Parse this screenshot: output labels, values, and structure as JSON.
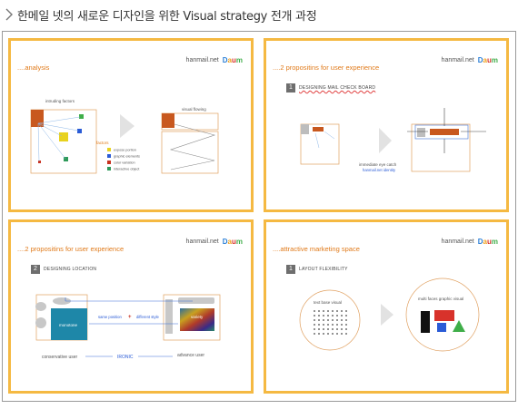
{
  "page": {
    "title": "한메일 넷의 새로운 디자인을 위한 Visual strategy 전개 과정"
  },
  "logo": {
    "text": "hanmail.net",
    "letters": [
      "D",
      "a",
      "u",
      "m"
    ],
    "colors": [
      "#2b7fd6",
      "#f0a21e",
      "#d8322b",
      "#3fae49"
    ]
  },
  "accent_color": "#f5b942",
  "heading_color": "#e07a1a",
  "panels": [
    {
      "heading": "....analysis",
      "intruding_label": "intruding factors",
      "visual_flowing_label": "visual flowing",
      "factors_label": "factors",
      "factors": [
        {
          "label": "expose portion",
          "color": "#e8d21e"
        },
        {
          "label": "graphic elements",
          "color": "#2a5bd6"
        },
        {
          "label": "color variation",
          "color": "#c8301e"
        },
        {
          "label": "interactive object",
          "color": "#2e9a5a"
        }
      ]
    },
    {
      "heading": "....2 propositins for user experience",
      "step_number": "1",
      "step_label": "DESIGNING MAIL CHECK BOARD",
      "caption_line1": "immediate eye catch",
      "caption_line2": "hanmail.net identity"
    },
    {
      "heading": "....2 propositins for user experience",
      "step_number": "2",
      "step_label": "DESIGNING LOCATION",
      "monotone_label": "monotone",
      "variety_label": "variety",
      "same_position_label": "same position",
      "plus_sign": "+",
      "different_style_label": "different style",
      "conservative_user_label": "conservative user",
      "ironic_label": "IRONIC",
      "advance_user_label": "advance user"
    },
    {
      "heading": "....attractive marketing space",
      "step_number": "1",
      "step_label": "LAYOUT FLEXIBILITY",
      "text_base_label": "text base visual",
      "multi_faces_label": "multi faces graphic visual"
    }
  ]
}
